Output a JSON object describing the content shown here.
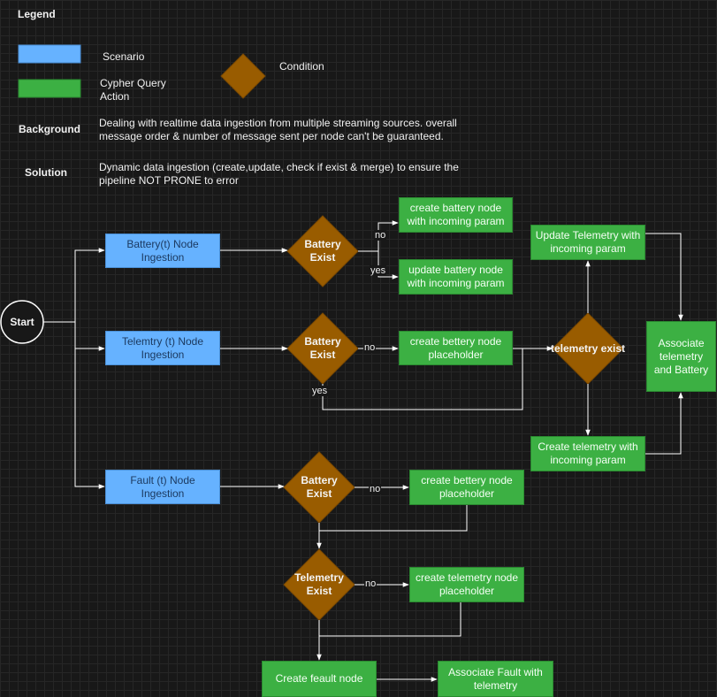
{
  "colors": {
    "scenario": "#66b2ff",
    "action": "#3cb043",
    "condition": "#995c00",
    "edge": "#ffffff",
    "background": "#181818"
  },
  "legend": {
    "title": "Legend",
    "scenario_label": "Scenario",
    "action_label": "Cypher Query Action",
    "condition_label": "Condition"
  },
  "background": {
    "heading": "Background",
    "text": "Dealing with realtime data ingestion from multiple streaming sources. overall message order & number of message sent per node can't be guaranteed."
  },
  "solution": {
    "heading": "Solution",
    "text": "Dynamic data ingestion (create,update, check if exist & merge) to ensure the pipeline NOT PRONE to error"
  },
  "nodes": {
    "start": "Start",
    "battery_ingestion": "Battery(t) Node Ingestion",
    "telemetry_ingestion": "Telemtry (t) Node Ingestion",
    "fault_ingestion": "Fault (t) Node Ingestion",
    "battery_exist_1": "Battery Exist",
    "battery_exist_2": "Battery Exist",
    "battery_exist_3": "Battery Exist",
    "telemetry_exist_check": "telemetry exist",
    "telemetry_exist_fault": "Telemetry Exist",
    "create_battery_node": "create battery node with incoming param",
    "update_battery_node": "update battery node with incoming param",
    "create_battery_placeholder_1": "create bettery node placeholder",
    "create_battery_placeholder_2": "create bettery node placeholder",
    "create_telemetry_placeholder": "create telemetry node placeholder",
    "update_telemetry": "Update Telemetry with incoming param",
    "create_telemetry": "Create telemetry with incoming param",
    "associate_telemetry_battery": "Associate telemetry and Battery",
    "create_fault_node": "Create feault node",
    "associate_fault_telemetry": "Associate Fault with telemetry"
  },
  "edge_labels": {
    "no": "no",
    "yes": "yes"
  }
}
